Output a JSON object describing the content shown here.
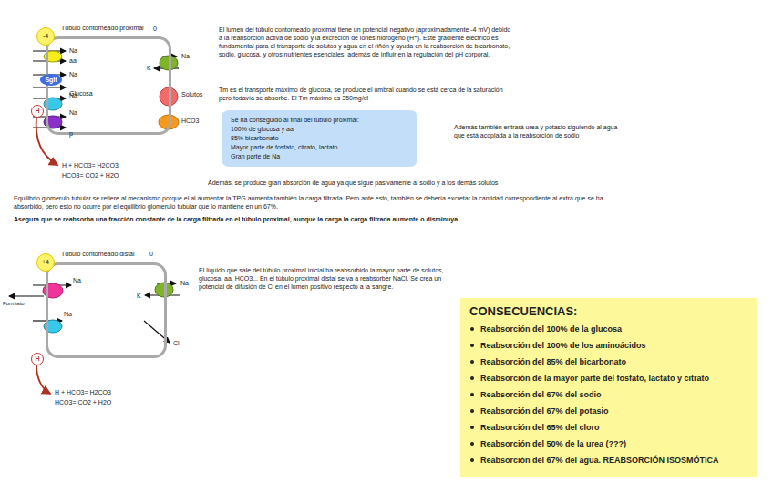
{
  "diagram": {
    "nodes": [
      {
        "text": [
          "Túbulo contorneado proximal"
        ]
      },
      {
        "text": [
          "-4"
        ],
        "in": 0
      },
      {
        "text": [
          "Sglt"
        ],
        "in": 0
      },
      {
        "text": [
          "H"
        ],
        "in": 0
      },
      {
        "text": [
          "Se ha conseguido al final del tubulo proximal:",
          "100% de glucosa y aa",
          "85% bicarbonato",
          "Mayor parte de fosfato, citrato, lactato...",
          "Gran parte de Na"
        ]
      },
      {
        "text": [
          "Túbulo contorneado distal"
        ]
      },
      {
        "text": [
          "+4"
        ],
        "in": 5
      },
      {
        "text": [
          "H"
        ],
        "in": 5
      },
      {
        "text": [
          "CONSECUENCIAS:",
          "Reabsorción del 100% de la glucosa",
          "Reabsorción del 100% de los aminoácidos",
          "Reabsorción del 85% del bicarbonato",
          "Reabsorción de la mayor parte del fosfato, lactato y citrato",
          "Reabsorción del 67% del sodio",
          "Reabsorción del 67% del potasio",
          "Reabsorción del 65% del cloro",
          "Reabsorción del 50% de la urea (???)",
          "Reabsorción del 67% del agua. REABSORCIÓN ISOSMÓTICA"
        ]
      }
    ],
    "labels": [
      "0",
      "Na",
      "aa",
      "Na",
      "Glucosa",
      "Na",
      "Na",
      "p",
      "K",
      "Na",
      "Solutos",
      "HCO3",
      "H + HCO3= H2CO3",
      "HCO3= CO2 + H2O",
      "El lumen del túbulo contorneado proximal tiene un potencial negativo (aproximadamente -4 mV) debido a la reabsorción activa de sodio y la excreción de iones hidrógeno (H⁺). Este gradiente eléctrico es fundamental para el transporte de solutos y agua en el riñón y ayuda en la reabsorción de bicarbonato, sodio, glucosa, y otros nutrientes esenciales, además de influir en la regulación del pH corporal.",
      "Tm es el transporte máximo de glucosa, se produce el umbral cuando se está cerca de la saturación pero todavía se absorbe. El Tm máximo es 350mg/dl",
      "Además también entrará urea y potasio siguiendo al agua que está acoplada a la reabsorción de sodio",
      "Además, se produce gran absorción de agua ya que sigue pasivamente al sodio y a los demás solutos",
      "Equilibrio glomerulo tubular se refiere al mecanismo porque el al aumentar la TPG aumenta también la carga filtrada. Pero ante esto, también se debería excretar la cantidad correspondiente al extra que se ha absorbido, pero esto no ocurre por el equilibrio glomerulo tubular que lo mantiene en un 67%.",
      "Asegura que se reabsorba una fracción constante de la carga filtrada en el túbulo proximal, aunque la carga la carga filtrada aumente o disminuya",
      "0",
      "Na",
      "K",
      "Na",
      "Formiato",
      "Na",
      "Cl",
      "H + HCO3= H2CO3",
      "HCO3= CO2 + H2O",
      "El líquido que sale del túbulo proximal inicial ha reabsorbido la mayor parte de solutos, glucosa, aa, HCO3... En el túbulo proximal distal se va a reabsorber NaCl. Se crea un potencial de difusión de Cl en el lumen positivo respecto a la sangre."
    ]
  }
}
